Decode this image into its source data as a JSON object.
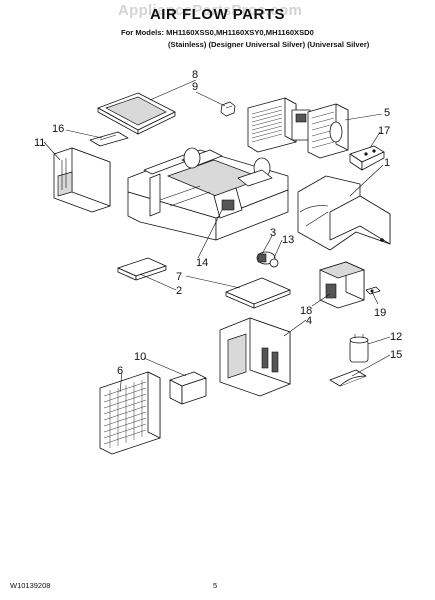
{
  "watermark": "AppliancePartsPros.com",
  "header": {
    "title": "AIR FLOW PARTS",
    "models_line": "For Models: MH1160XSS0,MH1160XSY0,MH1160XSD0",
    "finish_line": "(Stainless) (Designer Universal Silver) (Universal Silver)"
  },
  "callouts": [
    "1",
    "2",
    "3",
    "4",
    "5",
    "6",
    "7",
    "8",
    "9",
    "10",
    "11",
    "12",
    "13",
    "14",
    "15",
    "16",
    "17",
    "18",
    "19"
  ],
  "footer": {
    "doc_number": "W10139208",
    "page_number": "5"
  }
}
